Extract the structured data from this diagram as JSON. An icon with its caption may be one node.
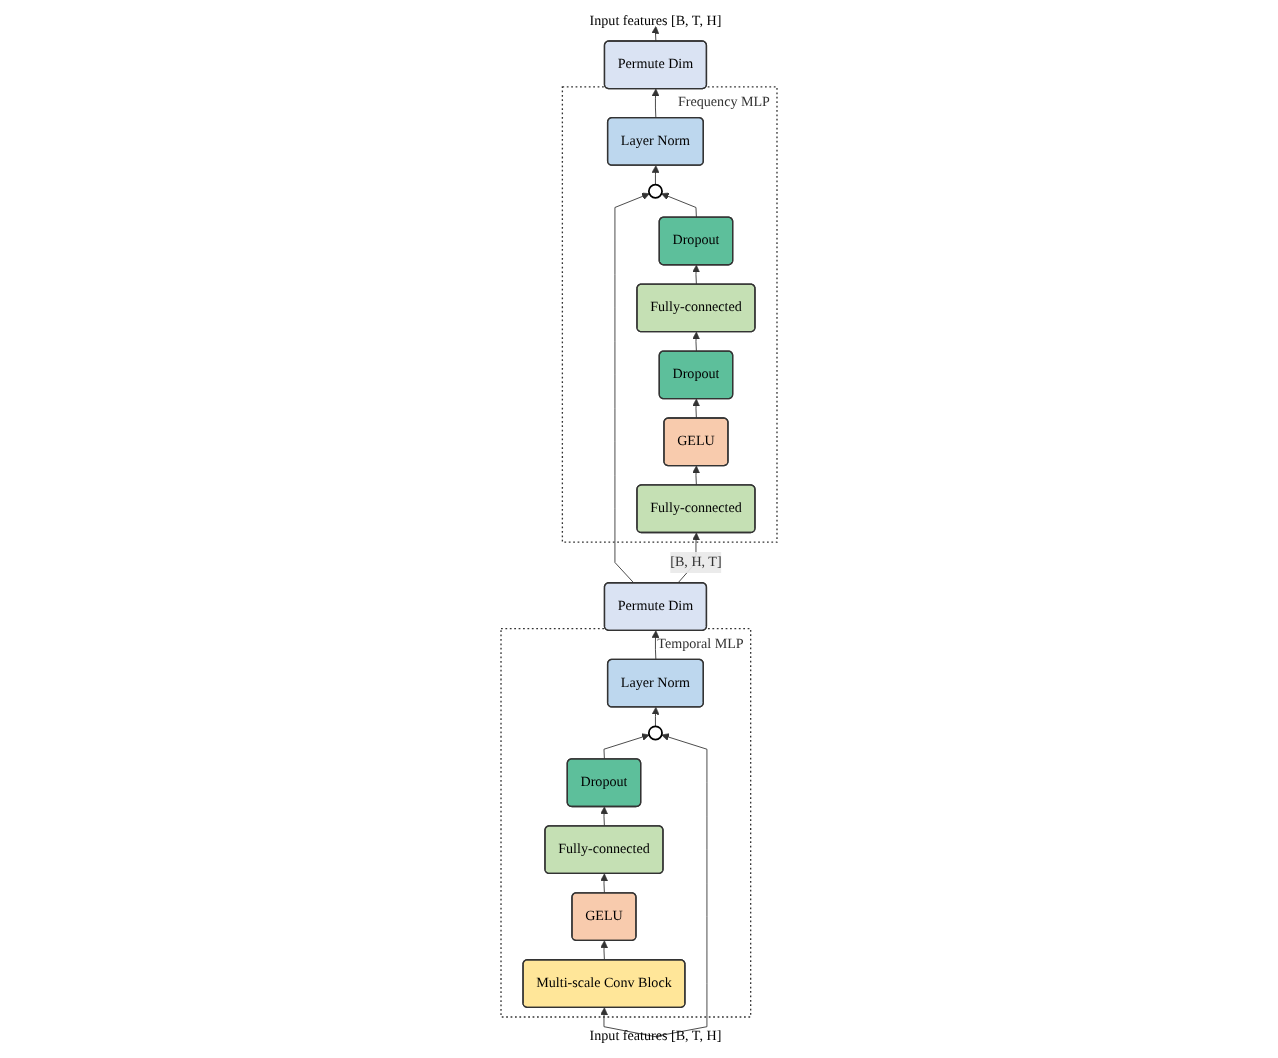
{
  "diagram": {
    "nodes": [
      {
        "text": [
          "Temporal MLP"
        ]
      },
      {
        "text": [
          "Layer Norm"
        ],
        "in": 0
      },
      {
        "text": [],
        "shape": "circle",
        "in": 0
      },
      {
        "text": [
          "Dropout"
        ],
        "in": 0
      },
      {
        "text": [
          "Fully-connected"
        ],
        "in": 0
      },
      {
        "text": [
          "GELU"
        ],
        "in": 0
      },
      {
        "text": [
          "Multi-scale Conv Block"
        ],
        "in": 0
      },
      {
        "text": [
          "Input features [B, T, H]"
        ]
      },
      {
        "text": [
          "Permute Dim"
        ]
      },
      {
        "text": [
          "Frequency MLP"
        ]
      },
      {
        "text": [
          "Layer Norm"
        ],
        "in": 9
      },
      {
        "text": [],
        "shape": "circle",
        "in": 9
      },
      {
        "text": [
          "Dropout"
        ],
        "in": 9
      },
      {
        "text": [
          "Fully-connected"
        ],
        "in": 9
      },
      {
        "text": [
          "Dropout"
        ],
        "in": 9
      },
      {
        "text": [
          "GELU"
        ],
        "in": 9
      },
      {
        "text": [
          "Fully-connected"
        ],
        "in": 9
      },
      {
        "text": [
          "Permute Dim"
        ]
      },
      {
        "text": [
          "Input features [B, T, H]"
        ]
      }
    ],
    "edges": [
      {
        "from": 7,
        "to": 6,
        "arrow": "to"
      },
      {
        "from": 6,
        "to": 5,
        "arrow": "to"
      },
      {
        "from": 5,
        "to": 4,
        "arrow": "to"
      },
      {
        "from": 4,
        "to": 3,
        "arrow": "to"
      },
      {
        "from": 3,
        "to": 2,
        "arrow": "to"
      },
      {
        "from": 7,
        "to": 2,
        "arrow": "to"
      },
      {
        "from": 2,
        "to": 1,
        "arrow": "to"
      },
      {
        "from": 1,
        "to": 8,
        "arrow": "to"
      },
      {
        "from": 8,
        "to": 16,
        "arrow": "to",
        "label": "[B, H, T]"
      },
      {
        "from": 8,
        "to": 11,
        "arrow": "to"
      },
      {
        "from": 16,
        "to": 15,
        "arrow": "to"
      },
      {
        "from": 15,
        "to": 14,
        "arrow": "to"
      },
      {
        "from": 14,
        "to": 13,
        "arrow": "to"
      },
      {
        "from": 13,
        "to": 12,
        "arrow": "to"
      },
      {
        "from": 12,
        "to": 11,
        "arrow": "to"
      },
      {
        "from": 11,
        "to": 10,
        "arrow": "to"
      },
      {
        "from": 10,
        "to": 17,
        "arrow": "to"
      },
      {
        "from": 17,
        "to": 18,
        "arrow": "to"
      }
    ]
  }
}
